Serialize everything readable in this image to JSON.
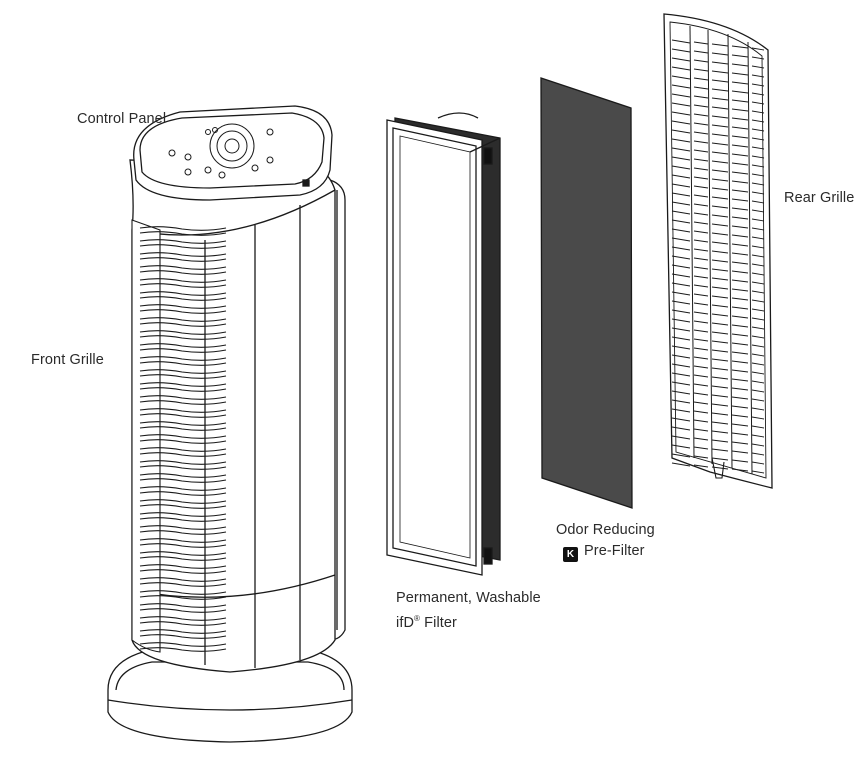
{
  "labels": {
    "control_panel": "Control Panel",
    "front_grille": "Front Grille",
    "rear_grille": "Rear Grille",
    "odor_line1": "Odor Reducing",
    "odor_line2": "Pre-Filter",
    "permanent_line1": "Permanent, Washable",
    "permanent_line2_prefix": "ifD",
    "permanent_line2_mark": "®",
    "permanent_line2_suffix": " Filter"
  },
  "parts": [
    "air-purifier-tower",
    "permanent-filter",
    "odor-pre-filter",
    "rear-grille"
  ],
  "colors": {
    "line": "#1a1a1a",
    "dark_filter": "#4a4a4a",
    "filter_frame": "#2a2a2a"
  }
}
